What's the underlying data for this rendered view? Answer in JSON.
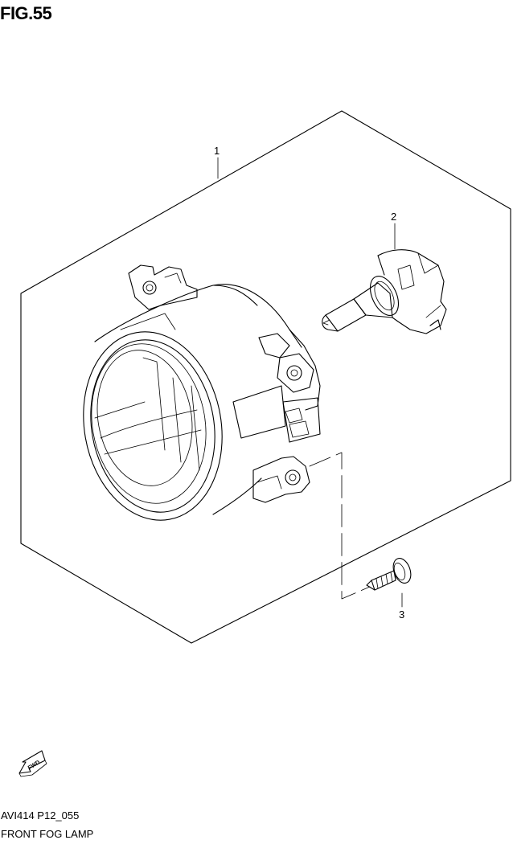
{
  "figure": {
    "title": "FIG.55"
  },
  "callouts": [
    {
      "number": "1",
      "part": "fog-lamp-assembly"
    },
    {
      "number": "2",
      "part": "bulb"
    },
    {
      "number": "3",
      "part": "screw"
    }
  ],
  "fwd_marker": {
    "text": "FWD",
    "icon": "fwd-arrow-icon"
  },
  "footer": {
    "code": "AVI414 P12_055",
    "caption": "FRONT FOG LAMP"
  }
}
